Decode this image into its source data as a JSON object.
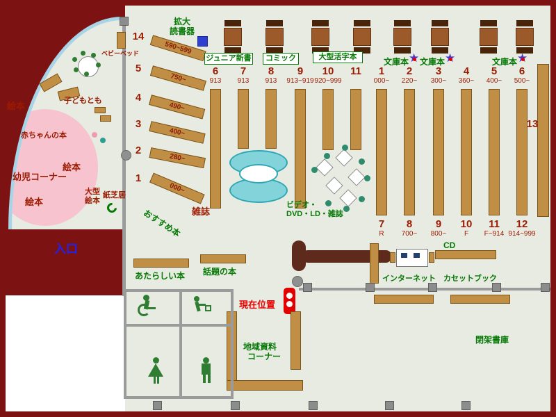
{
  "colors": {
    "floor": "#e7ebe1",
    "wall_maroon": "#7d1212",
    "shelf_brown": "#c08f45",
    "label_green": "#067806",
    "label_dark_red": "#9c1a00",
    "entrance_blue": "#2222ee",
    "marker_red": "#e30000",
    "seat_cyan": "#82d4da",
    "kids_pink": "#f7c3ce",
    "arc_light_blue": "#a8d4e8",
    "star_blue": "#4636cc"
  },
  "entrance": {
    "label": "入口"
  },
  "children_corner": {
    "area_label": "幼児コーナー",
    "baby_books": "赤ちゃんの本",
    "picture_books": "絵本",
    "kodomo_label": "子どもとも",
    "baby_bed": "ベビーベッド",
    "large_picture_books": "大型絵本",
    "kamishibai": "紙芝居"
  },
  "fan_shelves": [
    {
      "num": "14",
      "range": "590~599"
    },
    {
      "num": "5",
      "range": "750~"
    },
    {
      "num": "4",
      "range": "490~"
    },
    {
      "num": "3",
      "range": "400~"
    },
    {
      "num": "2",
      "range": "280~"
    },
    {
      "num": "1",
      "range": "000~"
    }
  ],
  "recommended": "おすすめ本",
  "magnifier": {
    "line1": "拡大",
    "line2": "読書器"
  },
  "genres": {
    "junior": "ジュニア新書",
    "comic": "コミック",
    "large_print": "大型活字本",
    "bunko": "文庫本"
  },
  "stacks": {
    "left_top": [
      {
        "num": "6",
        "range": "913"
      },
      {
        "num": "7",
        "range": "913"
      },
      {
        "num": "8",
        "range": "913"
      },
      {
        "num": "9",
        "range": "913~919"
      },
      {
        "num": "10",
        "range": "920~999"
      },
      {
        "num": "11",
        "range": ""
      }
    ],
    "right_top": [
      {
        "num": "1",
        "range": "000~"
      },
      {
        "num": "2",
        "range": "220~"
      },
      {
        "num": "3",
        "range": "300~"
      },
      {
        "num": "4",
        "range": "360~"
      },
      {
        "num": "5",
        "range": "400~"
      },
      {
        "num": "6",
        "range": "500~"
      }
    ],
    "right_bottom": [
      {
        "num": "7",
        "range": "R"
      },
      {
        "num": "8",
        "range": "700~"
      },
      {
        "num": "9",
        "range": "800~"
      },
      {
        "num": "10",
        "range": "F"
      },
      {
        "num": "11",
        "range": "F~914"
      },
      {
        "num": "12",
        "range": "914~999"
      }
    ],
    "wall_shelf": "13"
  },
  "magazines": "雑誌",
  "av": {
    "line1": "ビデオ・",
    "line2": "DVD・LD・雑誌"
  },
  "media": {
    "cd": "CD",
    "internet": "インターネット",
    "cassette": "カセットブック"
  },
  "books": {
    "new": "あたらしい本",
    "topical": "話題の本"
  },
  "current_location": "現在位置",
  "local_corner": {
    "line1": "地域資料",
    "line2": "コーナー"
  },
  "closed_stacks": "閉架書庫"
}
